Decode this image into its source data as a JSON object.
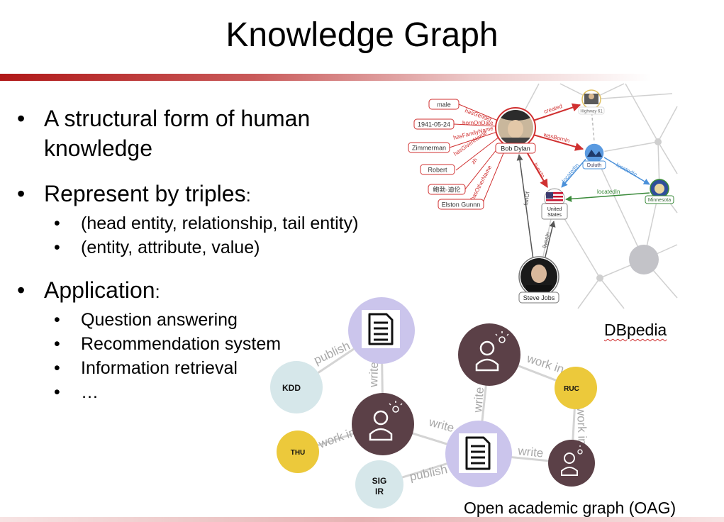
{
  "title": "Knowledge Graph",
  "bullets": {
    "b1_line1": "A structural form of human",
    "b1_line2": "knowledge",
    "b2": "Represent by triples",
    "b2_colon": ":",
    "b2_sub1": "(head entity, relationship, tail entity)",
    "b2_sub2": "(entity, attribute, value)",
    "b3": "Application",
    "b3_colon": ":",
    "b3_sub1": "Question answering",
    "b3_sub2": "Recommendation system",
    "b3_sub3": "Information retrieval",
    "b3_sub4": "…"
  },
  "dbpedia": {
    "label": "DBpedia",
    "nodes": {
      "bob_dylan": "Bob Dylan",
      "highway61": "Highway 61",
      "duluth": "Duluth",
      "minnesota": "Minnesota",
      "united_states": "United States",
      "united_states_l1": "United",
      "united_states_l2": "States",
      "steve_jobs": "Steve Jobs"
    },
    "attributes": {
      "male": "male",
      "date": "1941-05-24",
      "zimmerman": "Zimmerman",
      "robert": "Robert",
      "chinese_name": "鲍勃·迪伦",
      "elston": "Elston Gunnn"
    },
    "edges": {
      "hasGender": "hasGender",
      "bornOnDate": "bornOnDate",
      "hasFamilyName": "hasFamilyName",
      "hasGivenName": "hasGivenName",
      "zh": "zh",
      "hasOtherName": "hasOtherName",
      "created": "created",
      "wasBornIn": "wasBornIn",
      "livesIn_bob": "livesIn",
      "fanOf": "fanOf",
      "livesIn_steve": "livesIn",
      "locatedIn_duluth_us": "locatedIn",
      "locatedIn_duluth_mn": "locatedIn",
      "locatedIn_mn_us": "locatedIn"
    }
  },
  "oag": {
    "label": "Open academic graph (OAG)",
    "nodes": {
      "kdd": "KDD",
      "thu": "THU",
      "ruc": "RUC",
      "sigir_l1": "SIG",
      "sigir_l2": "IR"
    },
    "edges": {
      "publish_top": "publish",
      "write_top": "write",
      "work_in_left": "work in",
      "write_mid": "write",
      "publish_bottom": "publish",
      "write_right": "write",
      "write_author": "write",
      "work_in_top": "work in",
      "work_in_right": "work in"
    }
  },
  "colors": {
    "rule_red": "#b01818",
    "attribute_red": "#d03030",
    "author_node": "#5b4047",
    "paper_node": "#cbc5ec",
    "institution_yellow": "#ecc93b",
    "venue_blue": "#d6e7ea",
    "edge_label_grey": "#a8a8a8"
  },
  "icons": [
    "document-icon",
    "researcher-icon",
    "lightbulb-icon",
    "us-flag-icon",
    "person-photo-icon"
  ]
}
